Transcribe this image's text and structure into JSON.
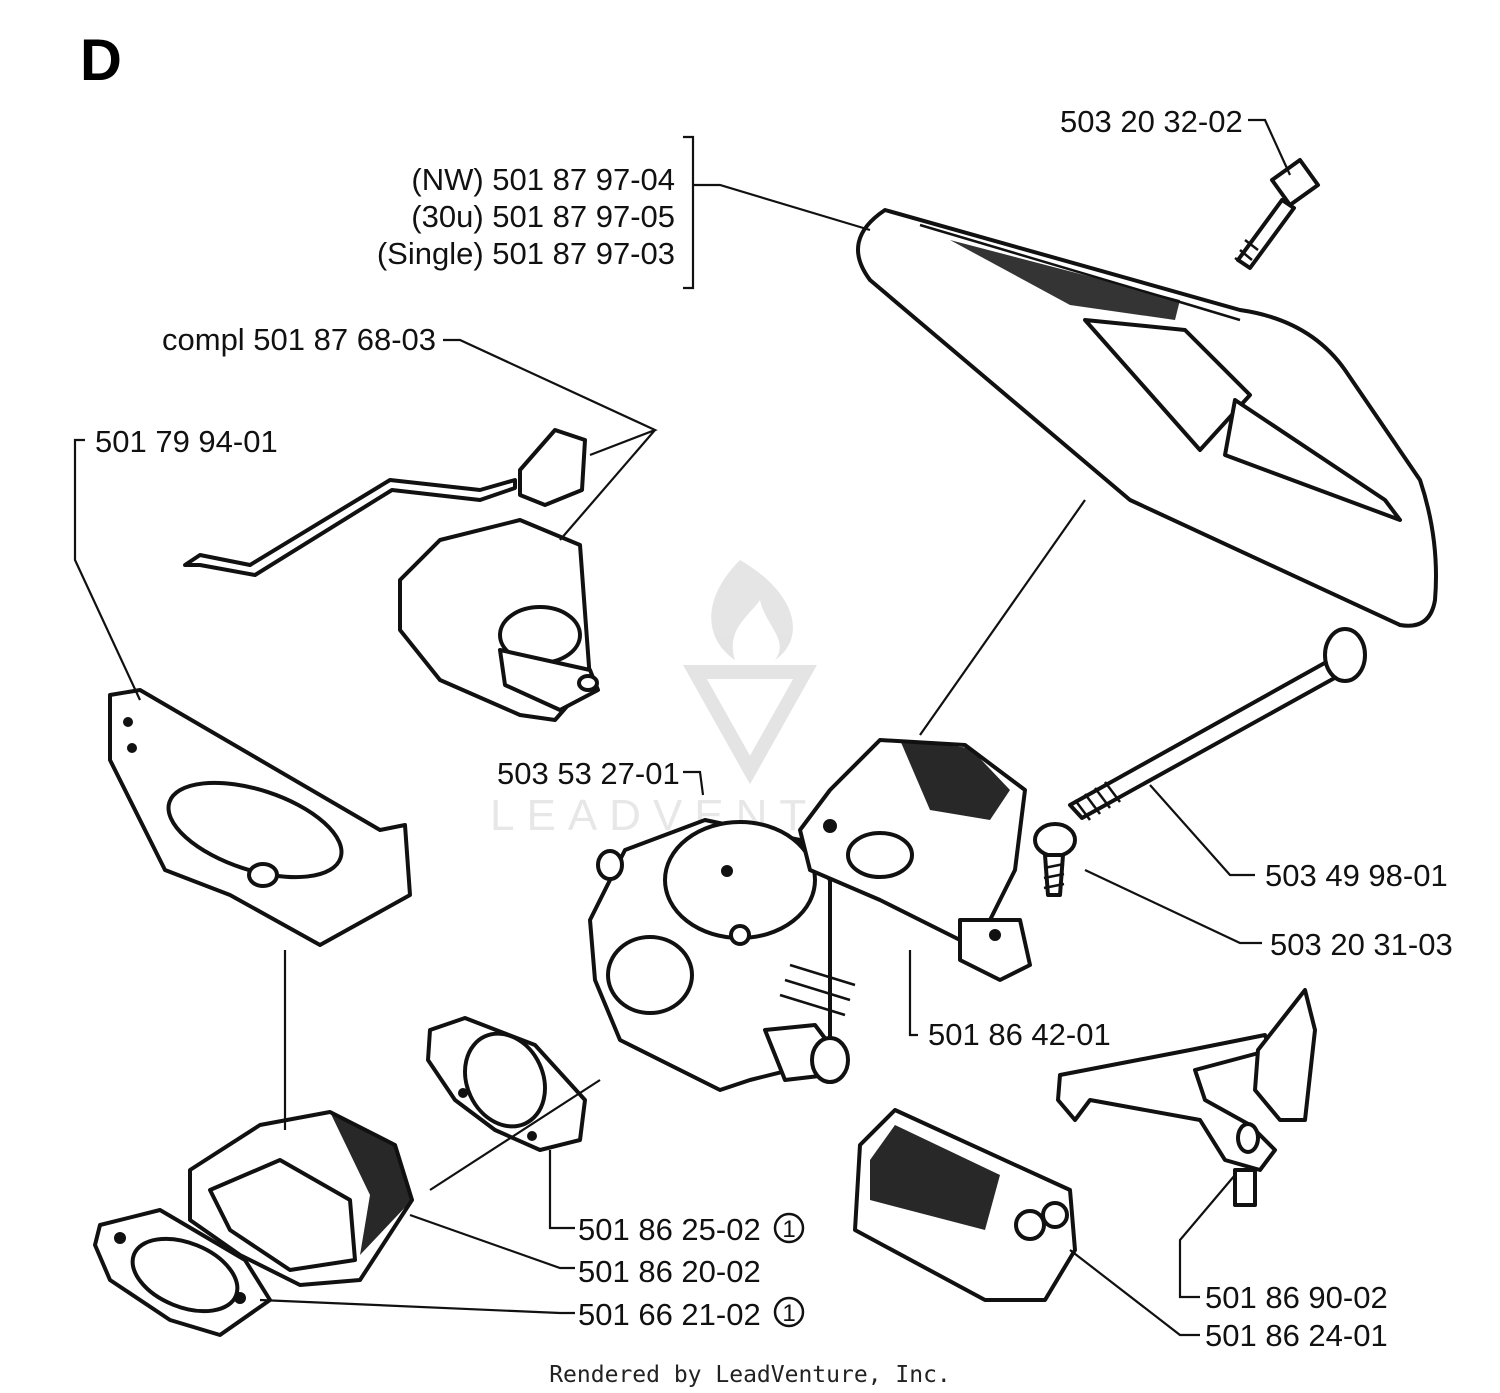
{
  "section_letter": "D",
  "footer": "Rendered by LeadVenture, Inc.",
  "watermark": "LEADVENTURE",
  "callouts": {
    "p_503203202": "503 20 32-02",
    "p_nw": "(NW) 501 87 97-04",
    "p_30u": "(30u)  501 87 97-05",
    "p_single": "(Single) 501 87 97-03",
    "p_compl": "compl 501 87 68-03",
    "p_501799401": "501 79 94-01",
    "p_503532701": "503 53 27-01",
    "p_503499801": "503 49 98-01",
    "p_503203103": "503 20 31-03",
    "p_501864201": "501 86 42-01",
    "p_501862502": "501 86 25-02",
    "p_501862002": "501 86 20-02",
    "p_501662102": "501 66 21-02",
    "p_501869002": "501 86 90-02",
    "p_501862401": "501 86 24-01"
  },
  "note_marker": "1"
}
